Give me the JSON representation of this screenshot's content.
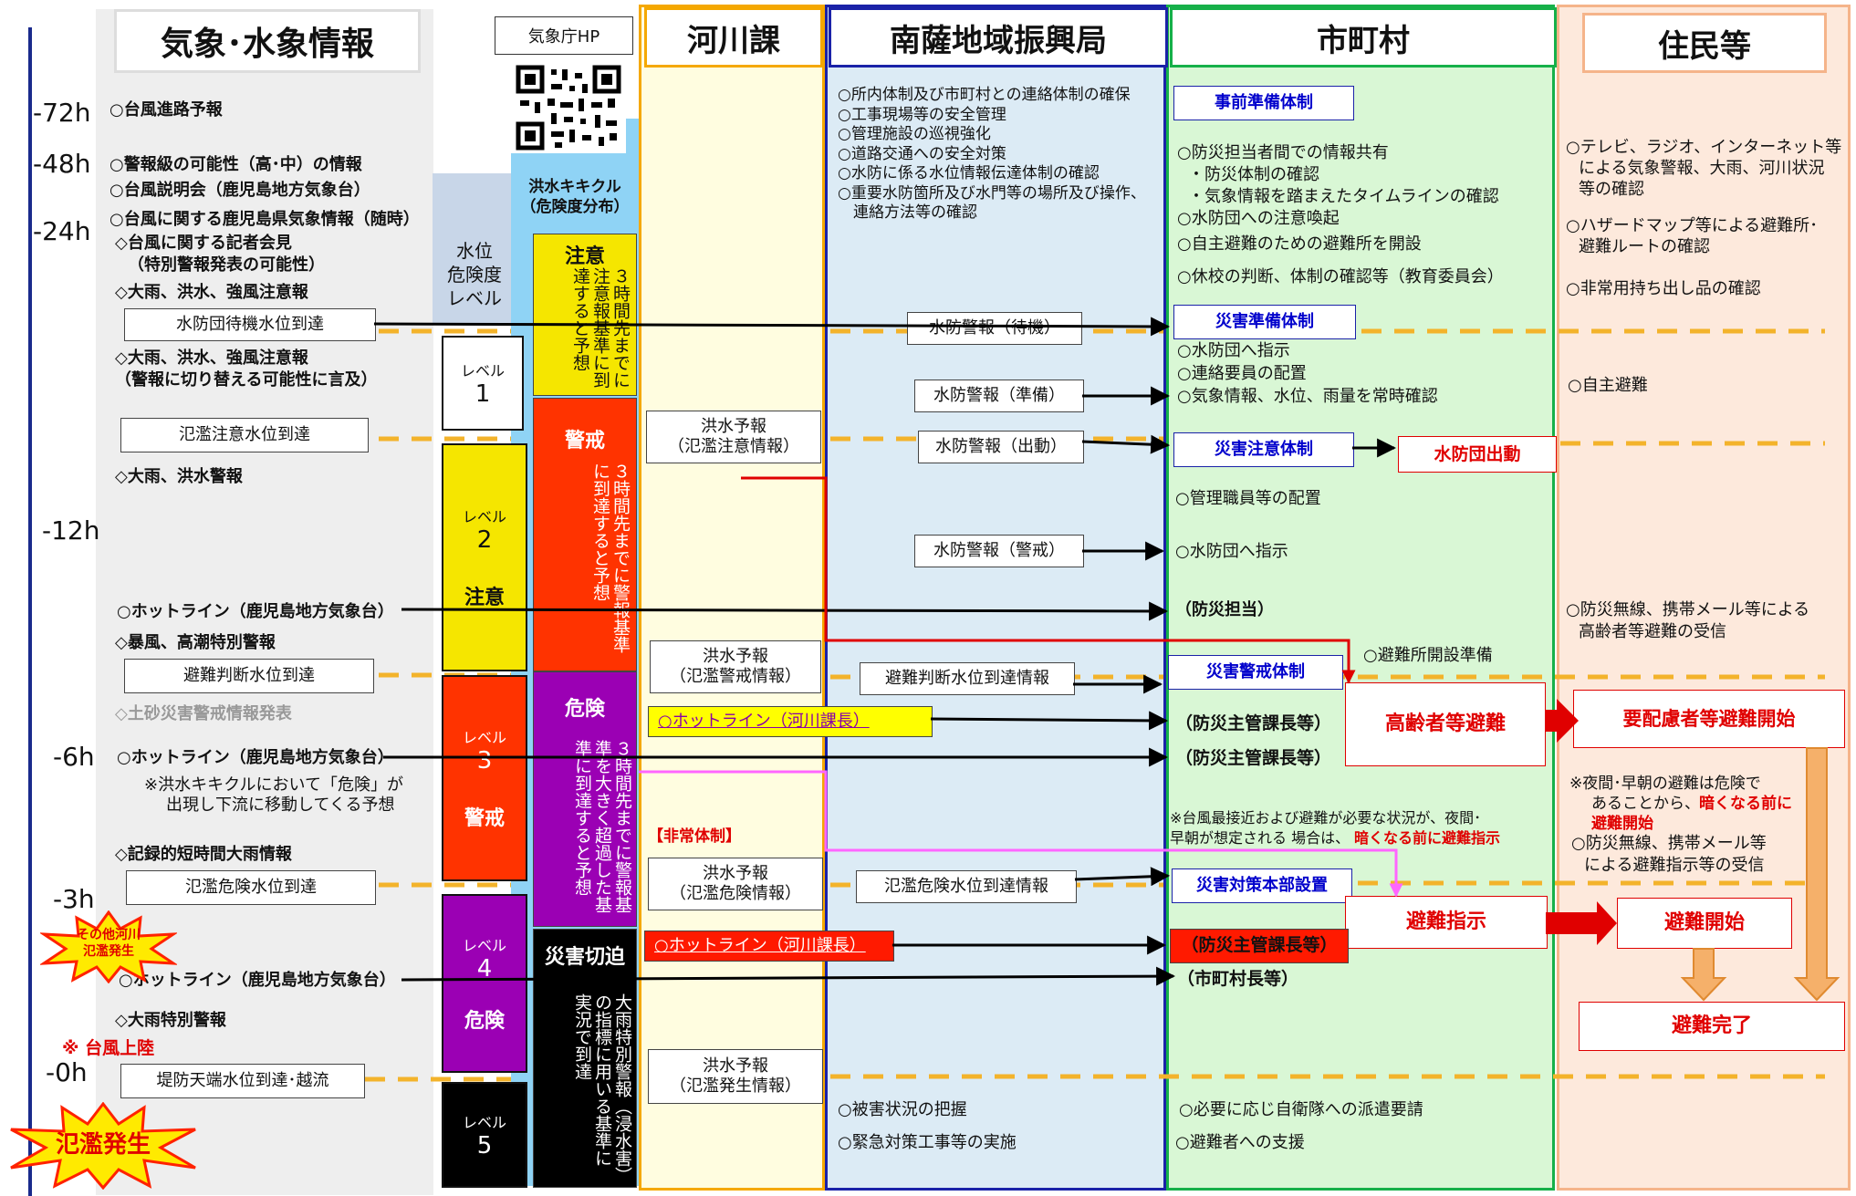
{
  "headers": {
    "weather": "気象･水象情報",
    "jma_hp": "気象庁HP",
    "river": "河川課",
    "nansatsu": "南薩地域振興局",
    "municipality": "市町村",
    "residents": "住民等"
  },
  "time_labels": [
    "-72h",
    "-48h",
    "-24h",
    "-12h",
    "-6h",
    "-3h",
    "-0h"
  ],
  "weather_items": {
    "typhoon_course": "○台風進路予報",
    "warning_possibility": "○警報級の可能性（高･中）の情報",
    "typhoon_briefing": "○台風説明会（鹿児島地方気象台）",
    "typhoon_info": "○台風に関する鹿児島県気象情報（随時）",
    "press_1": "◇台風に関する記者会見",
    "press_2": "（特別警報発表の可能性）",
    "advisory": "◇大雨、洪水、強風注意報",
    "standby_level": "水防団待機水位到達",
    "advisory2": "◇大雨、洪水、強風注意報",
    "advisory2_sub": "（警報に切り替える可能性に言及）",
    "flood_caution": "氾濫注意水位到達",
    "heavy_warning": "◇大雨、洪水警報",
    "hotline1": "○ホットライン（鹿児島地方気象台）",
    "storm_special": "◇暴風、高潮特別警報",
    "evac_level": "避難判断水位到達",
    "landslide": "◇土砂災害警戒情報発表",
    "hotline2": "○ホットライン（鹿児島地方気象台）",
    "kikikuru_note_1": "※洪水キキクルにおいて「危険」が",
    "kikikuru_note_2": "出現し下流に移動してくる予想",
    "record_rain": "◇記録的短時間大雨情報",
    "flood_danger": "氾濫危険水位到達",
    "other_river": "その他河川\n氾濫発生",
    "hotline3": "○ホットライン（鹿児島地方気象台）",
    "heavy_special": "◇大雨特別警報",
    "landfall": "※ 台風上陸",
    "levee": "堤防天端水位到達･越流",
    "flood_burst": "氾濫発生"
  },
  "water_level_header": "水位\n危険度\nレベル",
  "kikikuru": "洪水キキクル\n（危険度分布）",
  "levels": [
    {
      "label": "レベル",
      "num": "1",
      "name": ""
    },
    {
      "label": "レベル",
      "num": "2",
      "name": "注意"
    },
    {
      "label": "レベル",
      "num": "3",
      "name": "警戒"
    },
    {
      "label": "レベル",
      "num": "4",
      "name": "危険"
    },
    {
      "label": "レベル",
      "num": "5",
      "name": ""
    }
  ],
  "kikikuru_levels": [
    {
      "title": "注意",
      "body": "３時間先までに注意報基準に到達すると予想"
    },
    {
      "title": "警戒",
      "body": "３時間先までに警報基準に到達すると予想"
    },
    {
      "title": "危険",
      "body": "３時間先までに警報基準を大きく超過した基準に到達すると予想"
    },
    {
      "title": "災害切迫",
      "body": "大雨特別警報（浸水害）の指標に用いる基準に実況で到達"
    }
  ],
  "river": {
    "forecast_caution": "洪水予報\n（氾濫注意情報）",
    "forecast_warning": "洪水予報\n（氾濫警戒情報）",
    "hotline_a": "○ホットライン（河川課長）",
    "emergency": "【非常体制】",
    "forecast_danger": "洪水予報\n（氾濫危険情報）",
    "hotline_b": "○ホットライン（河川課長）",
    "forecast_flood": "洪水予報\n（氾濫発生情報）"
  },
  "nansatsu": {
    "tasks": [
      "○所内体制及び市町村との連絡体制の確保",
      "○工事現場等の安全管理",
      "○管理施設の巡視強化",
      "○道路交通への安全対策",
      "○水防に係る水位情報伝達体制の確認",
      "○重要水防箇所及び水門等の場所及び操作、",
      "　連絡方法等の確認"
    ],
    "standby": "水防警報（待機）",
    "prepare": "水防警報（準備）",
    "dispatch": "水防警報（出動）",
    "alert": "水防警報（警戒）",
    "evac_info": "避難判断水位到達情報",
    "danger_info": "氾濫危険水位到達情報",
    "damage": "○被害状況の把握",
    "emergency_work": "○緊急対策工事等の実施"
  },
  "municipality": {
    "prep_system": "事前準備体制",
    "prep_items": [
      "○防災担当者間での情報共有",
      "・防災体制の確認",
      "・気象情報を踏まえたタイムラインの確認",
      "○水防団への注意喚起",
      "○自主避難のための避難所を開設",
      "○休校の判断、体制の確認等（教育委員会）"
    ],
    "disaster_prep": "災害準備体制",
    "disaster_prep_items": [
      "○水防団へ指示",
      "○連絡要員の配置",
      "○気象情報、水位、雨量を常時確認"
    ],
    "caution_system": "災害注意体制",
    "suibodan": "水防団出動",
    "staff": "○管理職員等の配置",
    "suibodan_instruct": "○水防団へ指示",
    "bosai_tanto": "（防災担当）",
    "shelter_prep": "○避難所開設準備",
    "alert_system": "災害警戒体制",
    "chief1": "（防災主管課長等）",
    "elderly": "高齢者等避難",
    "chief2": "（防災主管課長等）",
    "note_1": "※台風最接近および避難が必要な状況が、夜間･",
    "note_2a": "早朝が想定される 場合は、",
    "note_2b": "暗くなる前に避難指示",
    "hq": "災害対策本部設置",
    "evac_order": "避難指示",
    "chief3": "（防災主管課長等）",
    "mayor": "（市町村長等）",
    "sdf": "○必要に応じ自衛隊への派遣要請",
    "support": "○避難者への支援"
  },
  "residents": {
    "items_1": [
      "○テレビ、ラジオ、インターネット等",
      "による気象警報、大雨、河川状況",
      "等の確認"
    ],
    "items_2": [
      "○ハザードマップ等による避難所･",
      "避難ルートの確認"
    ],
    "items_3": "○非常用持ち出し品の確認",
    "voluntary": "○自主避難",
    "bosai_1": "○防災無線、携帯メール等による",
    "bosai_2": "高齢者等避難の受信",
    "care_start": "要配慮者等避難開始",
    "night_1": "※夜間･早朝の避難は危険で",
    "night_2a": "あることから、",
    "night_2b": "暗くなる前に",
    "night_3": "避難開始",
    "order_1": "○防災無線、携帯メール等",
    "order_2": "による避難指示等の受信",
    "evac_start": "避難開始",
    "evac_done": "避難完了"
  },
  "colors": {
    "river_col": "#fffde0",
    "nansatsu_col": "#dcebf5",
    "muni_col": "#d9f7d5",
    "res_col": "#fde9dc",
    "level1": "#ffffff",
    "level2": "#f5e600",
    "level3": "#ff3300",
    "level4": "#9b00b4",
    "level5": "#000000",
    "dash": "#f3b32b",
    "navy": "#0000cc",
    "red": "#e00000"
  }
}
